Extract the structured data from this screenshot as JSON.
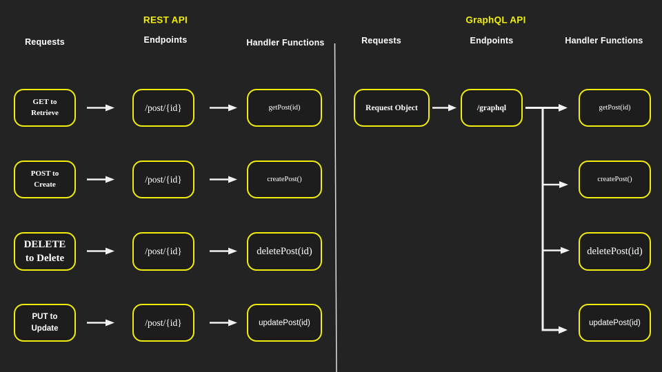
{
  "colors": {
    "background": "#232323",
    "box_fill": "#1d1d1d",
    "accent_yellow": "#f1ee0b",
    "text": "#ffffff",
    "arrow": "#f2f2f2"
  },
  "rest": {
    "title": "REST API",
    "headers": {
      "requests": "Requests",
      "endpoints": "Endpoints",
      "handlers": "Handler Functions"
    },
    "rows": [
      {
        "request_line1": "GET to",
        "request_line2": "Retrieve",
        "endpoint": "/post/{id}",
        "handler": "getPost(id)"
      },
      {
        "request_line1": "POST to",
        "request_line2": "Create",
        "endpoint": "/post/{id}",
        "handler": "createPost()"
      },
      {
        "request_line1": "DELETE",
        "request_line2": "to Delete",
        "endpoint": "/post/{id}",
        "handler": "deletePost(id)"
      },
      {
        "request_line1": "PUT to",
        "request_line2": "Update",
        "endpoint": "/post/{id}",
        "handler": "updatePost(id)"
      }
    ]
  },
  "graphql": {
    "title": "GraphQL API",
    "headers": {
      "requests": "Requests",
      "endpoints": "Endpoints",
      "handlers": "Handler Functions"
    },
    "request": "Request Object",
    "endpoint": "/graphql",
    "handlers": [
      "getPost(id)",
      "createPost()",
      "deletePost(id)",
      "updatePost(id)"
    ]
  }
}
